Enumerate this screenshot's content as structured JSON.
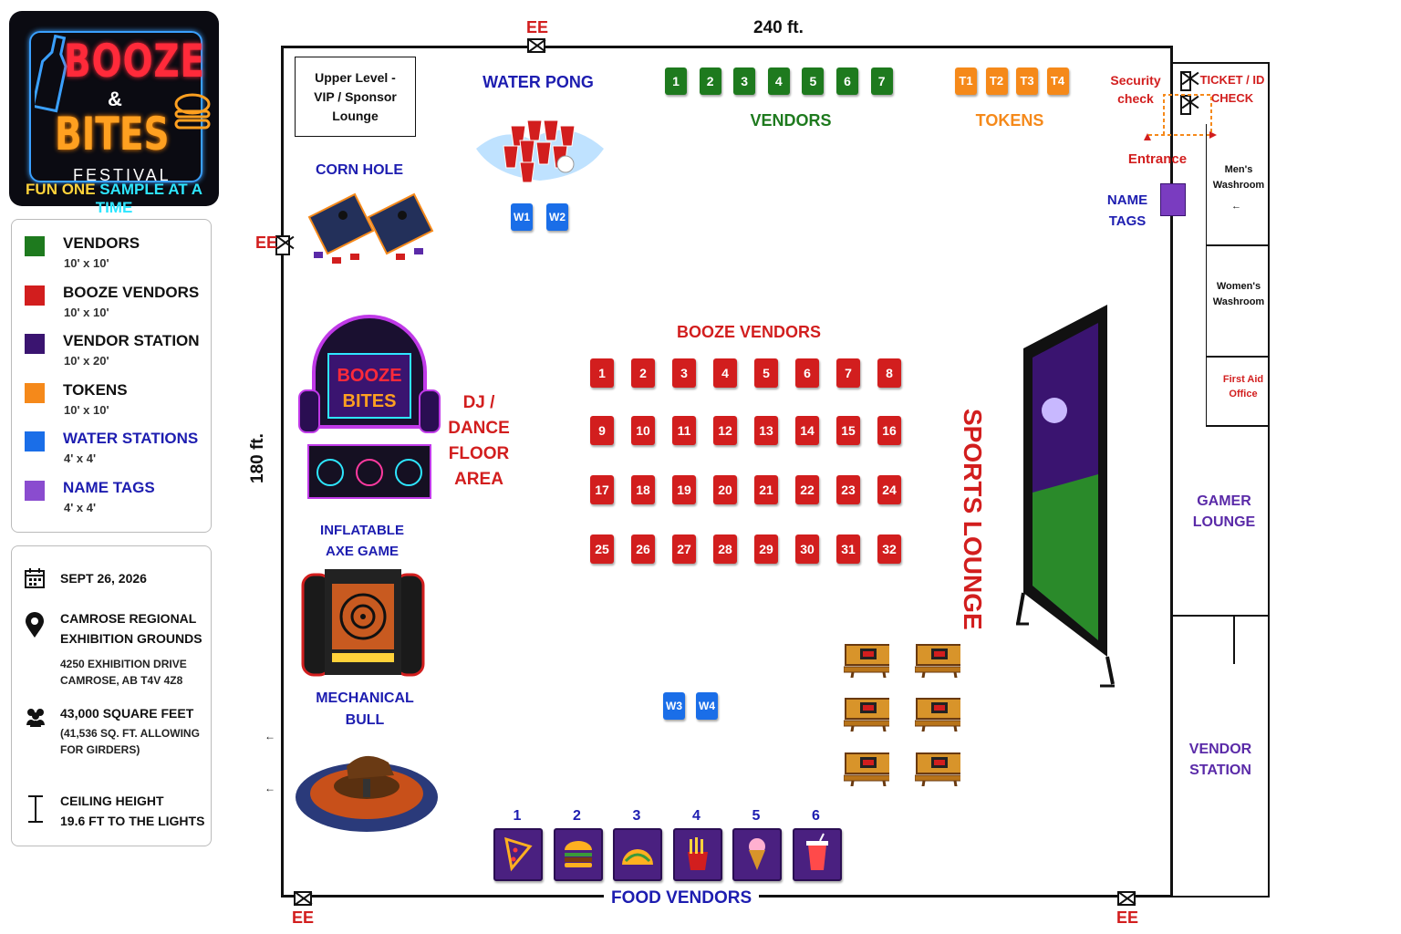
{
  "logo": {
    "line1": "BOOZE",
    "amp": "&",
    "line2": "BITES",
    "line3": "FESTIVAL",
    "tagline_a": "FUN ONE ",
    "tagline_b": "SAMPLE AT A TIME"
  },
  "legend": [
    {
      "name": "VENDORS",
      "size": "10' x 10'",
      "color": "#1e7a1e",
      "text_color": "#111111"
    },
    {
      "name": "BOOZE VENDORS",
      "size": "10' x 10'",
      "color": "#d21e1e",
      "text_color": "#111111"
    },
    {
      "name": "VENDOR STATION",
      "size": "10' x 20'",
      "color": "#3a1470",
      "text_color": "#111111"
    },
    {
      "name": "TOKENS",
      "size": "10' x 10'",
      "color": "#f5891a",
      "text_color": "#111111"
    },
    {
      "name": "WATER STATIONS",
      "size": "4' x 4'",
      "color": "#1a6ee8",
      "text_color": "#1d1db0"
    },
    {
      "name": "NAME TAGS",
      "size": "4' x 4'",
      "color": "#8a4ccf",
      "text_color": "#1d1db0"
    }
  ],
  "info": {
    "date": "SEPT 26, 2026",
    "venue_line1": "CAMROSE REGIONAL",
    "venue_line2": "EXHIBITION GROUNDS",
    "address_line1": "4250 EXHIBITION DRIVE",
    "address_line2": "CAMROSE, AB  T4V 4Z8",
    "area": "43,000 SQUARE FEET",
    "area_note1": "(41,536 SQ. FT. ALLOWING",
    "area_note2": "FOR GIRDERS)",
    "ceiling_line1": "CEILING HEIGHT",
    "ceiling_line2": "19.6 FT TO THE LIGHTS"
  },
  "dimensions": {
    "width": "240 ft.",
    "height": "180 ft."
  },
  "emergency_exit_label": "EE",
  "areas": {
    "vip_line1": "Upper Level -",
    "vip_line2": "VIP / Sponsor",
    "vip_line3": "Lounge",
    "water_pong": "WATER PONG",
    "corn_hole": "CORN HOLE",
    "dj_line1": "DJ /",
    "dj_line2": "DANCE",
    "dj_line3": "FLOOR",
    "dj_line4": "AREA",
    "axe_line1": "INFLATABLE",
    "axe_line2": "AXE GAME",
    "bull_line1": "MECHANICAL",
    "bull_line2": "BULL",
    "vendors": "VENDORS",
    "tokens": "TOKENS",
    "booze_vendors": "BOOZE VENDORS",
    "sports_lounge": "SPORTS LOUNGE",
    "food_vendors": "FOOD VENDORS",
    "security_line1": "Security",
    "security_line2": "check",
    "ticket_line1": "TICKET / ID",
    "ticket_line2": "CHECK",
    "entrance": "Entrance",
    "name_tags_line1": "NAME",
    "name_tags_line2": "TAGS",
    "mens_line1": "Men's",
    "mens_line2": "Washroom",
    "womens_line1": "Women's",
    "womens_line2": "Washroom",
    "firstaid_line1": "First Aid",
    "firstaid_line2": "Office",
    "gamer_line1": "GAMER",
    "gamer_line2": "LOUNGE",
    "vstation_line1": "VENDOR",
    "vstation_line2": "STATION"
  },
  "vendor_booths": [
    "1",
    "2",
    "3",
    "4",
    "5",
    "6",
    "7"
  ],
  "token_booths": [
    "T1",
    "T2",
    "T3",
    "T4"
  ],
  "water_stations": [
    "W1",
    "W2",
    "W3",
    "W4"
  ],
  "booze_booths": [
    "1",
    "2",
    "3",
    "4",
    "5",
    "6",
    "7",
    "8",
    "9",
    "10",
    "11",
    "12",
    "13",
    "14",
    "15",
    "16",
    "17",
    "18",
    "19",
    "20",
    "21",
    "22",
    "23",
    "24",
    "25",
    "26",
    "27",
    "28",
    "29",
    "30",
    "31",
    "32"
  ],
  "food_vendors": [
    {
      "num": "1",
      "icon": "pizza-icon"
    },
    {
      "num": "2",
      "icon": "burger-icon"
    },
    {
      "num": "3",
      "icon": "taco-icon"
    },
    {
      "num": "4",
      "icon": "fries-icon"
    },
    {
      "num": "5",
      "icon": "ice-cream-icon"
    },
    {
      "num": "6",
      "icon": "drink-icon"
    }
  ]
}
